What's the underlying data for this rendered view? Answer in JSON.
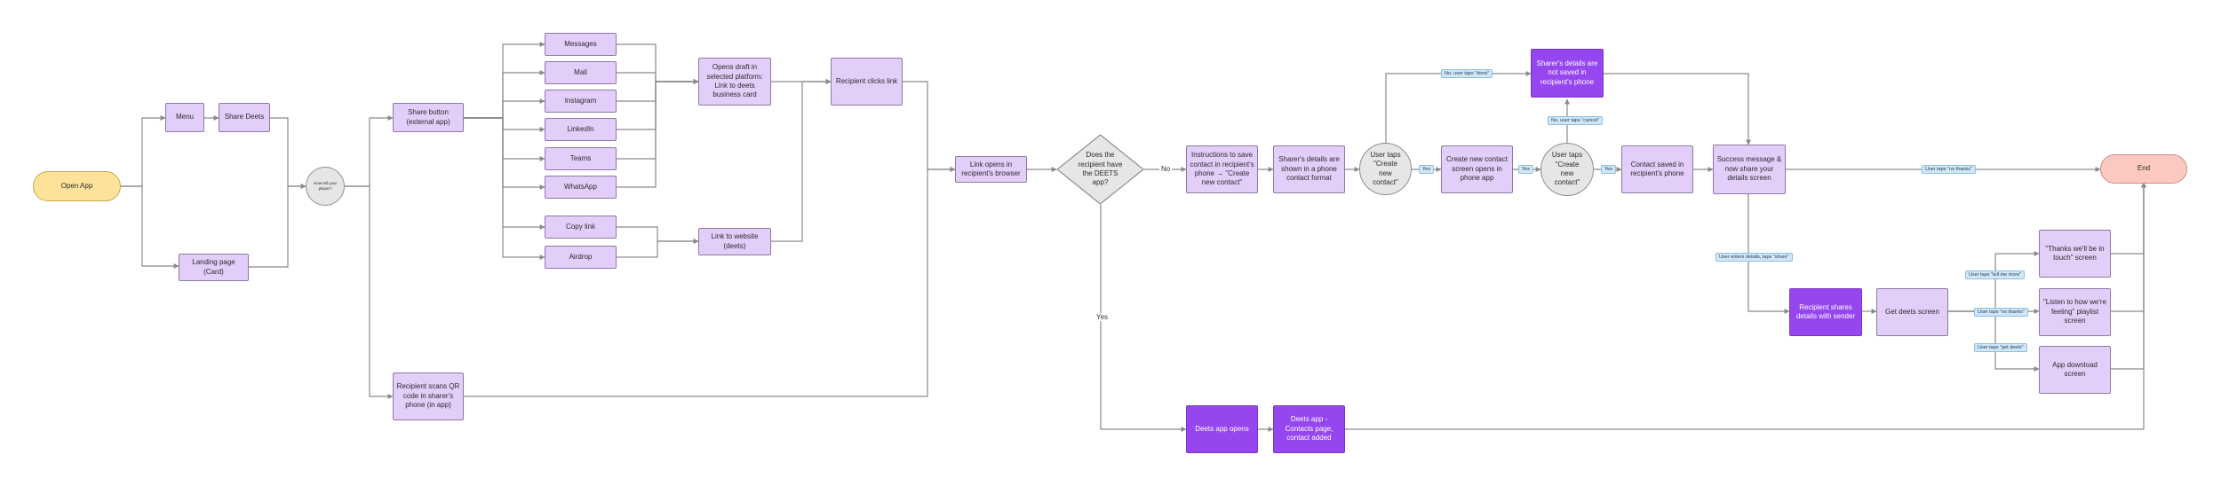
{
  "nodes": {
    "open_app": "Open App",
    "menu": "Menu",
    "share_deets": "Share Deets",
    "landing_page": "Landing page (Card)",
    "how_tell_player": "How tell your player?",
    "share_button": "Share button (external app)",
    "recipient_scans_qr": "Recipient scans QR code in sharer's phone (in app)",
    "messages": "Messages",
    "mail": "Mail",
    "instagram": "Instagram",
    "linkedin": "LinkedIn",
    "teams": "Teams",
    "whatsapp": "WhatsApp",
    "copy_link": "Copy link",
    "airdrop": "Airdrop",
    "opens_draft": "Opens draft in selected platform: Link to deets business card",
    "link_to_website": "Link to website (deets)",
    "recipient_clicks_link": "Recipient clicks link",
    "link_opens_browser": "Link opens in recipient's browser",
    "does_recipient_have_app": "Does the recipient have the DEETS app?",
    "instructions_save": "Instructions to save contact in recipient's phone → \"Create new contact\"",
    "sharers_details_shown": "Sharer's details are shown in a phone contact format",
    "user_taps_create_1": "User taps \"Create new contact\"",
    "create_new_contact_screen": "Create new contact screen opens in phone app",
    "user_taps_create_2": "User taps \"Create new contact\"",
    "sharers_details_not_saved": "Sharer's details are not saved in recipient's phone",
    "contact_saved": "Contact saved in recipient's phone",
    "success_message": "Success message & now share your details screen",
    "end": "End",
    "deets_app_opens": "Deets app opens",
    "deets_app_contacts": "Deets app - Contacts page, contact added",
    "recipient_shares_details": "Recipient shares details with sender",
    "get_deets_screen": "Get deets screen",
    "thanks_screen": "\"Thanks we'll be in touch\" screen",
    "listen_screen": "\"Listen to how we're feeling\" playlist screen",
    "app_download_screen": "App download screen"
  },
  "labels": {
    "no": "No",
    "yes": "Yes",
    "yes_a": "Yes",
    "yes_b": "Yes",
    "no_user_taps_done": "No, user taps \"done\"",
    "no_user_taps_cancel": "No, user taps \"cancel\"",
    "user_taps_no_thanks_top": "User taps \"no thanks\"",
    "user_enters_details": "User enters details, taps \"share\"",
    "user_taps_tell_me_more": "User taps \"tell me more\"",
    "user_taps_no_thanks_mid": "User taps \"no thanks\"",
    "user_taps_get_deets": "User taps \"get deets\""
  }
}
